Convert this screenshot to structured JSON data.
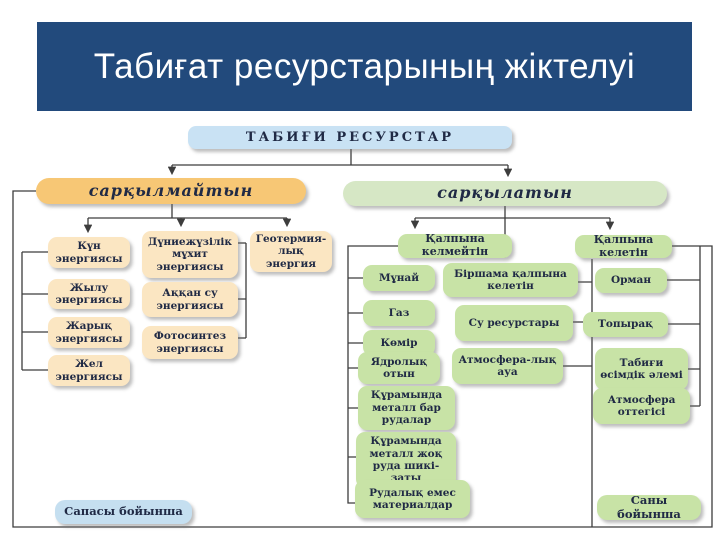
{
  "title": "Табиғат ресурстарының жіктелуі",
  "colors": {
    "title_bg": "#224A7C",
    "title_text": "#FFFFFF",
    "root_fill": "#C9E2F4",
    "orange_fill": "#F7C775",
    "sage_fill": "#D6E7C5",
    "cream_fill": "#FBE6C2",
    "green_fill": "#C8E3A6",
    "blue_fill": "#C5DFF0",
    "text": "#202A45",
    "line": "#3D3D3D"
  },
  "nodes": {
    "root": "ТАБИҒИ РЕСУРСТАР",
    "inexhaustible": "сарқылмайтын",
    "exhaustible": "сарқылатын",
    "kun": "Күн энергиясы",
    "zhylu": "Жылу энергиясы",
    "zharyq": "Жарық энергиясы",
    "zhel": "Жел энергиясы",
    "duniezhuzilik": "Дүниежүзілік мұхит энергиясы",
    "aqqan": "Аққан су энергиясы",
    "fotosintez": "Фотосинтез энергиясы",
    "geotermia": "Геотермия-лық энергия",
    "nonrenewable": "Қалпына келмейтін",
    "renewable": "Қалпына келетін",
    "munai": "Мұнай",
    "gaz": "Газ",
    "komir": "Көмір",
    "yadrolyq": "Ядролық отын",
    "quramynda_bar": "Құрамында металл бар рудалар",
    "quramynda_zhoq": "Құрамында металл жоқ руда шикі-заты",
    "rudalyq_emes": "Рудалық емес материалдар",
    "birshama": "Біршама қалпына келетін",
    "su": "Су ресурстары",
    "atmosfera_aua": "Атмосфера-лық ауа",
    "orman": "Орман",
    "topyraq": "Топырақ",
    "tabigi": "Табиғи өсімдік әлемі",
    "atmosfera_ottegi": "Атмосфера оттегісі",
    "sapasy": "Сапасы бойынша",
    "sany": "Саны бойынша"
  }
}
